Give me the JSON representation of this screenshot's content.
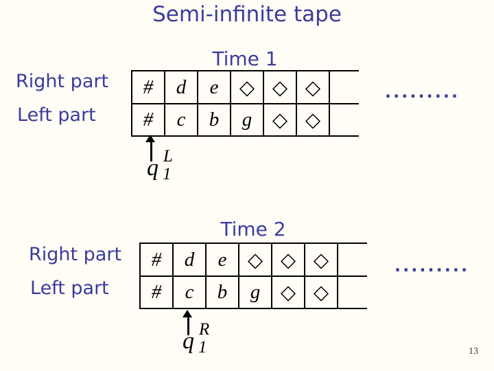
{
  "slide": {
    "title": "Semi-infinite tape",
    "page_number": "13"
  },
  "colors": {
    "accent": "#3b3b9c",
    "ink": "#000000"
  },
  "sections": [
    {
      "time_label": "Time 1",
      "row_labels": {
        "top": "Right part",
        "bottom": "Left part"
      },
      "dots": ".........",
      "tape": {
        "top_row": [
          "#",
          "d",
          "e",
          "◇",
          "◇",
          "◇",
          ""
        ],
        "bottom_row": [
          "#",
          "c",
          "b",
          "g",
          "◇",
          "◇",
          ""
        ]
      },
      "head": {
        "base": "q",
        "sub": "1",
        "sup": "L",
        "points_to": "left-part cell 1"
      }
    },
    {
      "time_label": "Time 2",
      "row_labels": {
        "top": "Right part",
        "bottom": "Left part"
      },
      "dots": ".........",
      "tape": {
        "top_row": [
          "#",
          "d",
          "e",
          "◇",
          "◇",
          "◇",
          ""
        ],
        "bottom_row": [
          "#",
          "c",
          "b",
          "g",
          "◇",
          "◇",
          ""
        ]
      },
      "head": {
        "base": "q",
        "sub": "1",
        "sup": "R",
        "points_to": "left-part cell 2"
      }
    }
  ]
}
